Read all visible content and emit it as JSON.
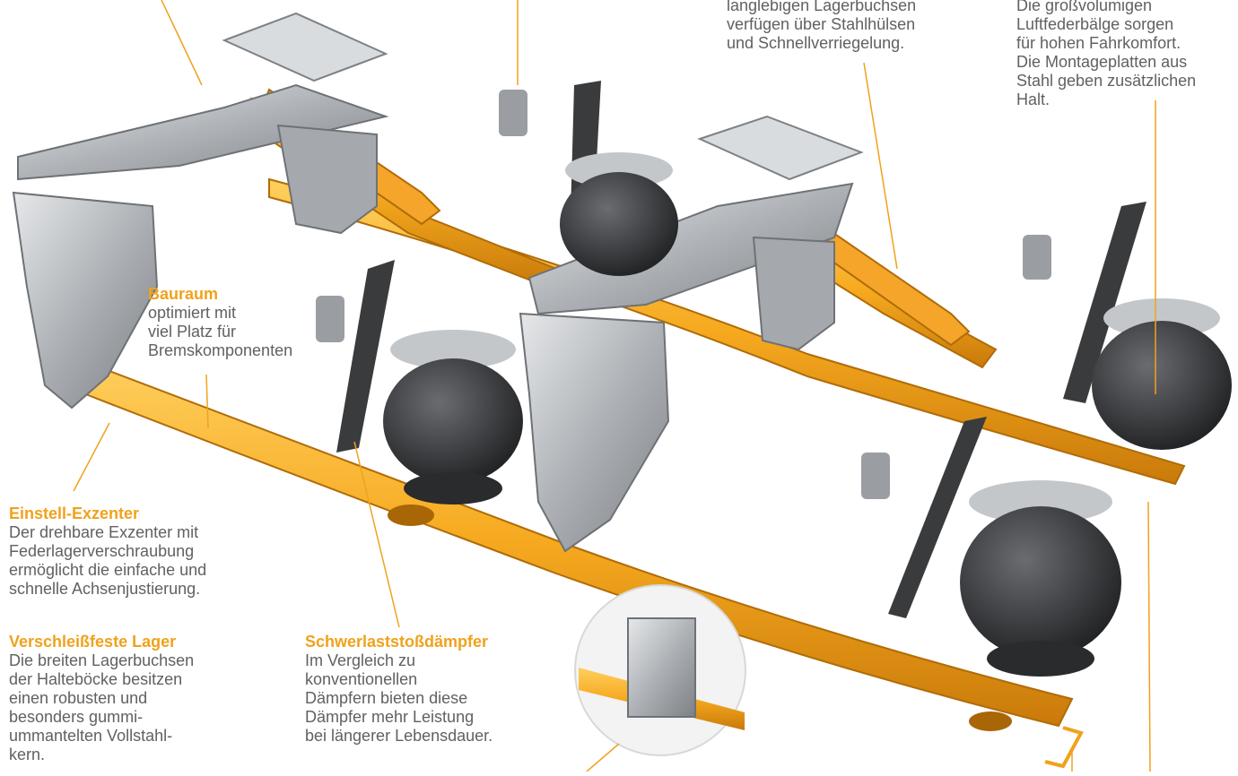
{
  "colors": {
    "accent_orange": "#f0a21c",
    "text_grey": "#5f6163",
    "steel": "#b9bcbf",
    "bellows": "#3b3c3e"
  },
  "callouts": {
    "bauraum": {
      "title": "Bauraum",
      "body": "optimiert mit\nviel Platz für\nBremskomponenten"
    },
    "exzenter": {
      "title": "Einstell-Exzenter",
      "body": "Der drehbare Exzenter mit\nFederlagerverschraubung\nermöglicht die einfache und\nschnelle Achsenjustierung."
    },
    "lager": {
      "title": "Verschleißfeste Lager",
      "body": "Die breiten Lagerbuchsen\nder Halteböcke besitzen\neinen robusten und\nbesonders gummi-\nummantelten Vollstahl-\nkern."
    },
    "daempfer": {
      "title": "Schwerlaststoßdämpfer",
      "body": "Im Vergleich zu\nkonventionellen\nDämpfern bieten diese\nDämpfer mehr Leistung\nbei längerer Lebensdauer."
    },
    "buchsen": {
      "body": "langlebigen Lagerbuchsen\nverfügen über Stahlhülsen\nund Schnellverriegelung."
    },
    "baelge": {
      "body": "Die großvolumigen\nLuftfederbälge sorgen\nfür hohen Fahrkomfort.\nDie Montageplatten aus\nStahl geben zusätzlichen\nHalt."
    }
  }
}
